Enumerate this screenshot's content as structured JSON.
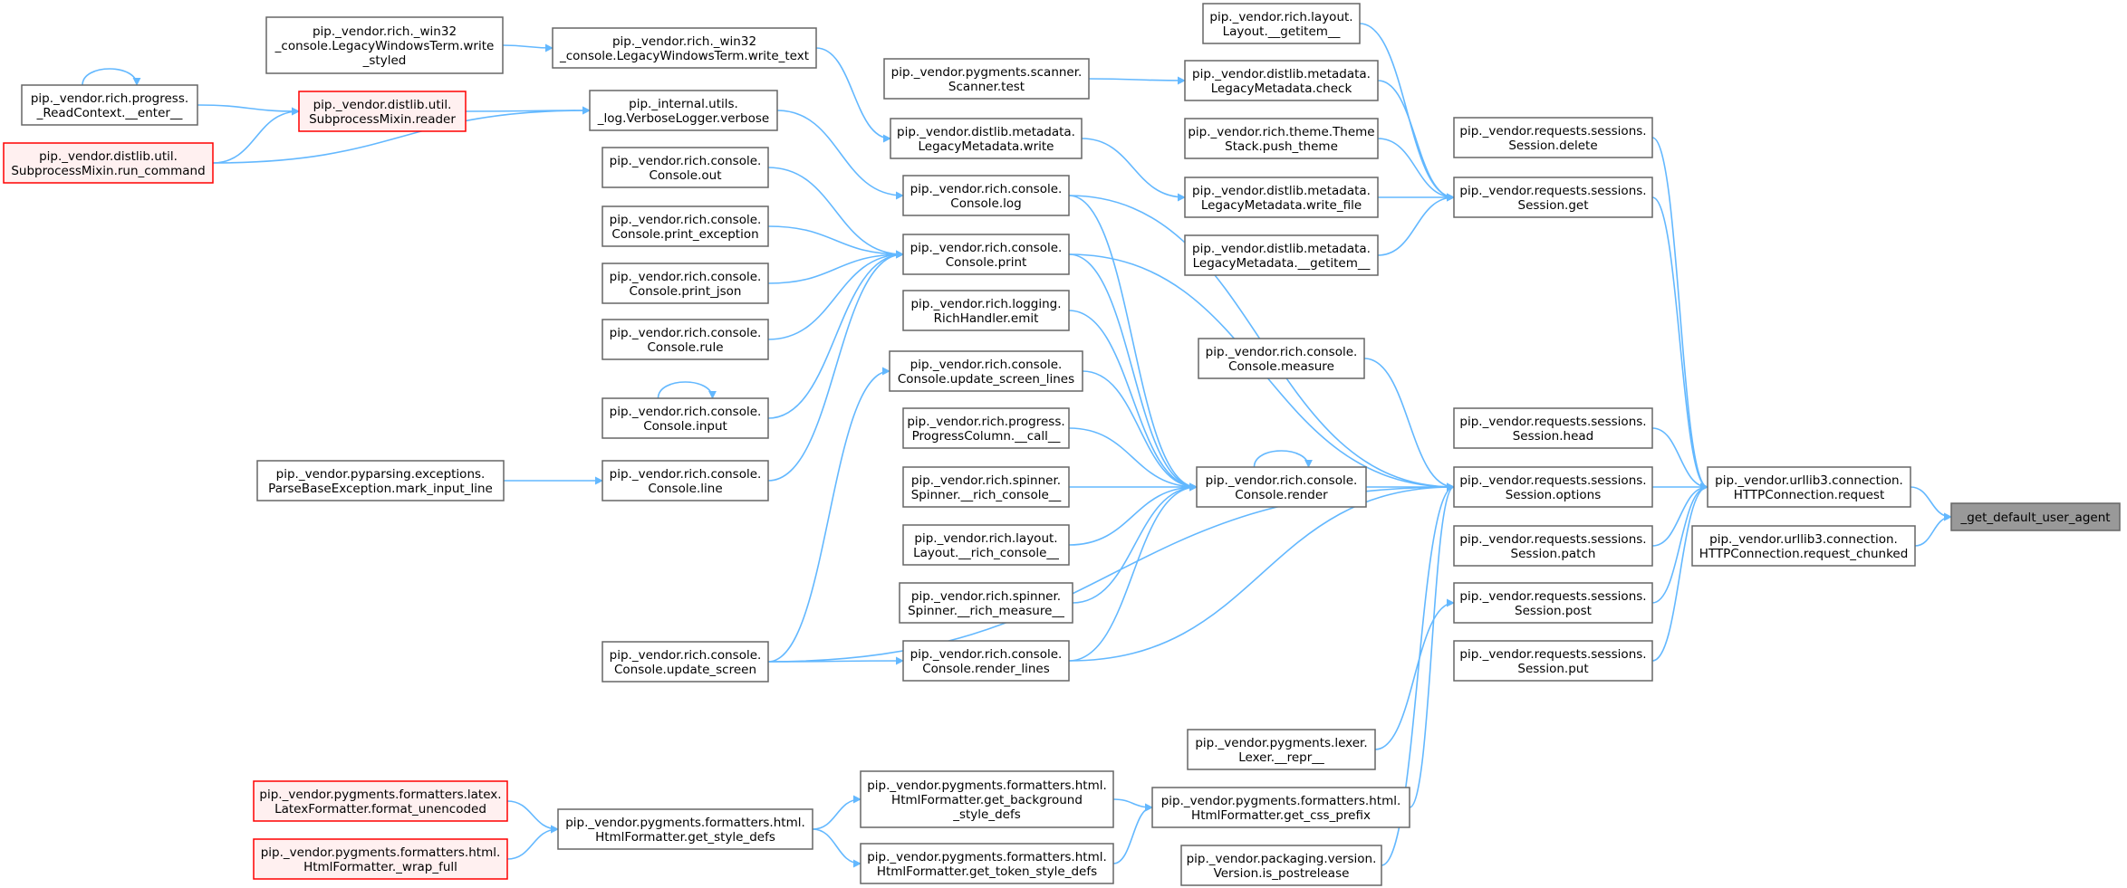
{
  "colors": {
    "edge": "#63b8ff",
    "node_border": "#666666",
    "red_border": "#ff0000",
    "red_fill": "#fff0f0",
    "self_fill": "#999999"
  },
  "nodes": {
    "get_default_user_agent": [
      "_get_default_user_agent"
    ],
    "httpconnection_request": [
      "pip._vendor.urllib3.connection.",
      "HTTPConnection.request"
    ],
    "httpconnection_request_chunked": [
      "pip._vendor.urllib3.connection.",
      "HTTPConnection.request_chunked"
    ],
    "session_delete": [
      "pip._vendor.requests.sessions.",
      "Session.delete"
    ],
    "session_get": [
      "pip._vendor.requests.sessions.",
      "Session.get"
    ],
    "session_head": [
      "pip._vendor.requests.sessions.",
      "Session.head"
    ],
    "session_options": [
      "pip._vendor.requests.sessions.",
      "Session.options"
    ],
    "session_patch": [
      "pip._vendor.requests.sessions.",
      "Session.patch"
    ],
    "session_post": [
      "pip._vendor.requests.sessions.",
      "Session.post"
    ],
    "session_put": [
      "pip._vendor.requests.sessions.",
      "Session.put"
    ],
    "layout_getitem": [
      "pip._vendor.rich.layout.",
      "Layout.__getitem__"
    ],
    "legacymetadata_check": [
      "pip._vendor.distlib.metadata.",
      "LegacyMetadata.check"
    ],
    "themestack_push_theme": [
      "pip._vendor.rich.theme.Theme",
      "Stack.push_theme"
    ],
    "legacymetadata_write_file": [
      "pip._vendor.distlib.metadata.",
      "LegacyMetadata.write_file"
    ],
    "legacymetadata_getitem": [
      "pip._vendor.distlib.metadata.",
      "LegacyMetadata.__getitem__"
    ],
    "console_measure": [
      "pip._vendor.rich.console.",
      "Console.measure"
    ],
    "console_render": [
      "pip._vendor.rich.console.",
      "Console.render"
    ],
    "lexer_repr": [
      "pip._vendor.pygments.lexer.",
      "Lexer.__repr__"
    ],
    "htmlformatter_get_css_prefix": [
      "pip._vendor.pygments.formatters.html.",
      "HtmlFormatter.get_css_prefix"
    ],
    "version_is_postrelease": [
      "pip._vendor.packaging.version.",
      "Version.is_postrelease"
    ],
    "scanner_test": [
      "pip._vendor.pygments.scanner.",
      "Scanner.test"
    ],
    "legacymetadata_write": [
      "pip._vendor.distlib.metadata.",
      "LegacyMetadata.write"
    ],
    "console_log": [
      "pip._vendor.rich.console.",
      "Console.log"
    ],
    "console_print": [
      "pip._vendor.rich.console.",
      "Console.print"
    ],
    "richhandler_emit": [
      "pip._vendor.rich.logging.",
      "RichHandler.emit"
    ],
    "console_update_screen_lines": [
      "pip._vendor.rich.console.",
      "Console.update_screen_lines"
    ],
    "progresscolumn_call": [
      "pip._vendor.rich.progress.",
      "ProgressColumn.__call__"
    ],
    "spinner_rich_console": [
      "pip._vendor.rich.spinner.",
      "Spinner.__rich_console__"
    ],
    "layout_rich_console": [
      "pip._vendor.rich.layout.",
      "Layout.__rich_console__"
    ],
    "spinner_rich_measure": [
      "pip._vendor.rich.spinner.",
      "Spinner.__rich_measure__"
    ],
    "console_render_lines": [
      "pip._vendor.rich.console.",
      "Console.render_lines"
    ],
    "htmlformatter_get_background_style_defs": [
      "pip._vendor.pygments.formatters.html.",
      "HtmlFormatter.get_background",
      "_style_defs"
    ],
    "htmlformatter_get_token_style_defs": [
      "pip._vendor.pygments.formatters.html.",
      "HtmlFormatter.get_token_style_defs"
    ],
    "legacywindowsterm_write_text": [
      "pip._vendor.rich._win32",
      "_console.LegacyWindowsTerm.write_text"
    ],
    "verboselogger_verbose": [
      "pip._internal.utils.",
      "_log.VerboseLogger.verbose"
    ],
    "console_out": [
      "pip._vendor.rich.console.",
      "Console.out"
    ],
    "console_print_exception": [
      "pip._vendor.rich.console.",
      "Console.print_exception"
    ],
    "console_print_json": [
      "pip._vendor.rich.console.",
      "Console.print_json"
    ],
    "console_rule": [
      "pip._vendor.rich.console.",
      "Console.rule"
    ],
    "console_input": [
      "pip._vendor.rich.console.",
      "Console.input"
    ],
    "console_line": [
      "pip._vendor.rich.console.",
      "Console.line"
    ],
    "console_update_screen": [
      "pip._vendor.rich.console.",
      "Console.update_screen"
    ],
    "htmlformatter_get_style_defs": [
      "pip._vendor.pygments.formatters.html.",
      "HtmlFormatter.get_style_defs"
    ],
    "legacywindowsterm_write_styled": [
      "pip._vendor.rich._win32",
      "_console.LegacyWindowsTerm.write",
      "_styled"
    ],
    "subprocessmixin_reader": [
      "pip._vendor.distlib.util.",
      "SubprocessMixin.reader"
    ],
    "parsebaseexception_mark_input_line": [
      "pip._vendor.pyparsing.exceptions.",
      "ParseBaseException.mark_input_line"
    ],
    "readcontext_enter": [
      "pip._vendor.rich.progress.",
      "_ReadContext.__enter__"
    ],
    "subprocessmixin_run_command": [
      "pip._vendor.distlib.util.",
      "SubprocessMixin.run_command"
    ],
    "latexformatter_format_unencoded": [
      "pip._vendor.pygments.formatters.latex.",
      "LatexFormatter.format_unencoded"
    ],
    "htmlformatter_wrap_full": [
      "pip._vendor.pygments.formatters.html.",
      "HtmlFormatter._wrap_full"
    ]
  },
  "edges": [
    [
      "httpconnection_request",
      "get_default_user_agent"
    ],
    [
      "httpconnection_request_chunked",
      "get_default_user_agent"
    ],
    [
      "session_delete",
      "httpconnection_request"
    ],
    [
      "session_get",
      "httpconnection_request"
    ],
    [
      "session_head",
      "httpconnection_request"
    ],
    [
      "session_options",
      "httpconnection_request"
    ],
    [
      "session_patch",
      "httpconnection_request"
    ],
    [
      "session_post",
      "httpconnection_request"
    ],
    [
      "session_put",
      "httpconnection_request"
    ],
    [
      "layout_getitem",
      "session_get"
    ],
    [
      "legacymetadata_check",
      "session_get"
    ],
    [
      "themestack_push_theme",
      "session_get"
    ],
    [
      "legacymetadata_write_file",
      "session_get"
    ],
    [
      "legacymetadata_getitem",
      "session_get"
    ],
    [
      "console_measure",
      "session_options"
    ],
    [
      "console_render",
      "session_options"
    ],
    [
      "lexer_repr",
      "session_post"
    ],
    [
      "htmlformatter_get_css_prefix",
      "session_options"
    ],
    [
      "version_is_postrelease",
      "session_options"
    ],
    [
      "console_log",
      "session_options"
    ],
    [
      "console_print",
      "session_options"
    ],
    [
      "console_update_screen",
      "session_options"
    ],
    [
      "console_render_lines",
      "session_options"
    ],
    [
      "scanner_test",
      "legacymetadata_check"
    ],
    [
      "legacymetadata_write",
      "legacymetadata_write_file"
    ],
    [
      "console_log",
      "console_render"
    ],
    [
      "console_print",
      "console_render"
    ],
    [
      "richhandler_emit",
      "console_render"
    ],
    [
      "console_update_screen_lines",
      "console_render"
    ],
    [
      "progresscolumn_call",
      "console_render"
    ],
    [
      "spinner_rich_console",
      "console_render"
    ],
    [
      "layout_rich_console",
      "console_render"
    ],
    [
      "spinner_rich_measure",
      "console_render"
    ],
    [
      "console_render_lines",
      "console_render"
    ],
    [
      "console_render",
      "console_render"
    ],
    [
      "htmlformatter_get_background_style_defs",
      "htmlformatter_get_css_prefix"
    ],
    [
      "htmlformatter_get_token_style_defs",
      "htmlformatter_get_css_prefix"
    ],
    [
      "legacywindowsterm_write_text",
      "legacymetadata_write"
    ],
    [
      "verboselogger_verbose",
      "console_log"
    ],
    [
      "console_out",
      "console_print"
    ],
    [
      "console_print_exception",
      "console_print"
    ],
    [
      "console_print_json",
      "console_print"
    ],
    [
      "console_rule",
      "console_print"
    ],
    [
      "console_input",
      "console_print"
    ],
    [
      "console_line",
      "console_print"
    ],
    [
      "console_update_screen",
      "console_update_screen_lines"
    ],
    [
      "console_update_screen",
      "console_render_lines"
    ],
    [
      "htmlformatter_get_style_defs",
      "htmlformatter_get_background_style_defs"
    ],
    [
      "htmlformatter_get_style_defs",
      "htmlformatter_get_token_style_defs"
    ],
    [
      "legacywindowsterm_write_styled",
      "legacywindowsterm_write_text"
    ],
    [
      "subprocessmixin_reader",
      "verboselogger_verbose"
    ],
    [
      "subprocessmixin_run_command",
      "verboselogger_verbose"
    ],
    [
      "parsebaseexception_mark_input_line",
      "console_line"
    ],
    [
      "console_input",
      "console_input"
    ],
    [
      "readcontext_enter",
      "subprocessmixin_reader"
    ],
    [
      "subprocessmixin_run_command",
      "subprocessmixin_reader"
    ],
    [
      "readcontext_enter",
      "readcontext_enter"
    ],
    [
      "latexformatter_format_unencoded",
      "htmlformatter_get_style_defs"
    ],
    [
      "htmlformatter_wrap_full",
      "htmlformatter_get_style_defs"
    ]
  ]
}
